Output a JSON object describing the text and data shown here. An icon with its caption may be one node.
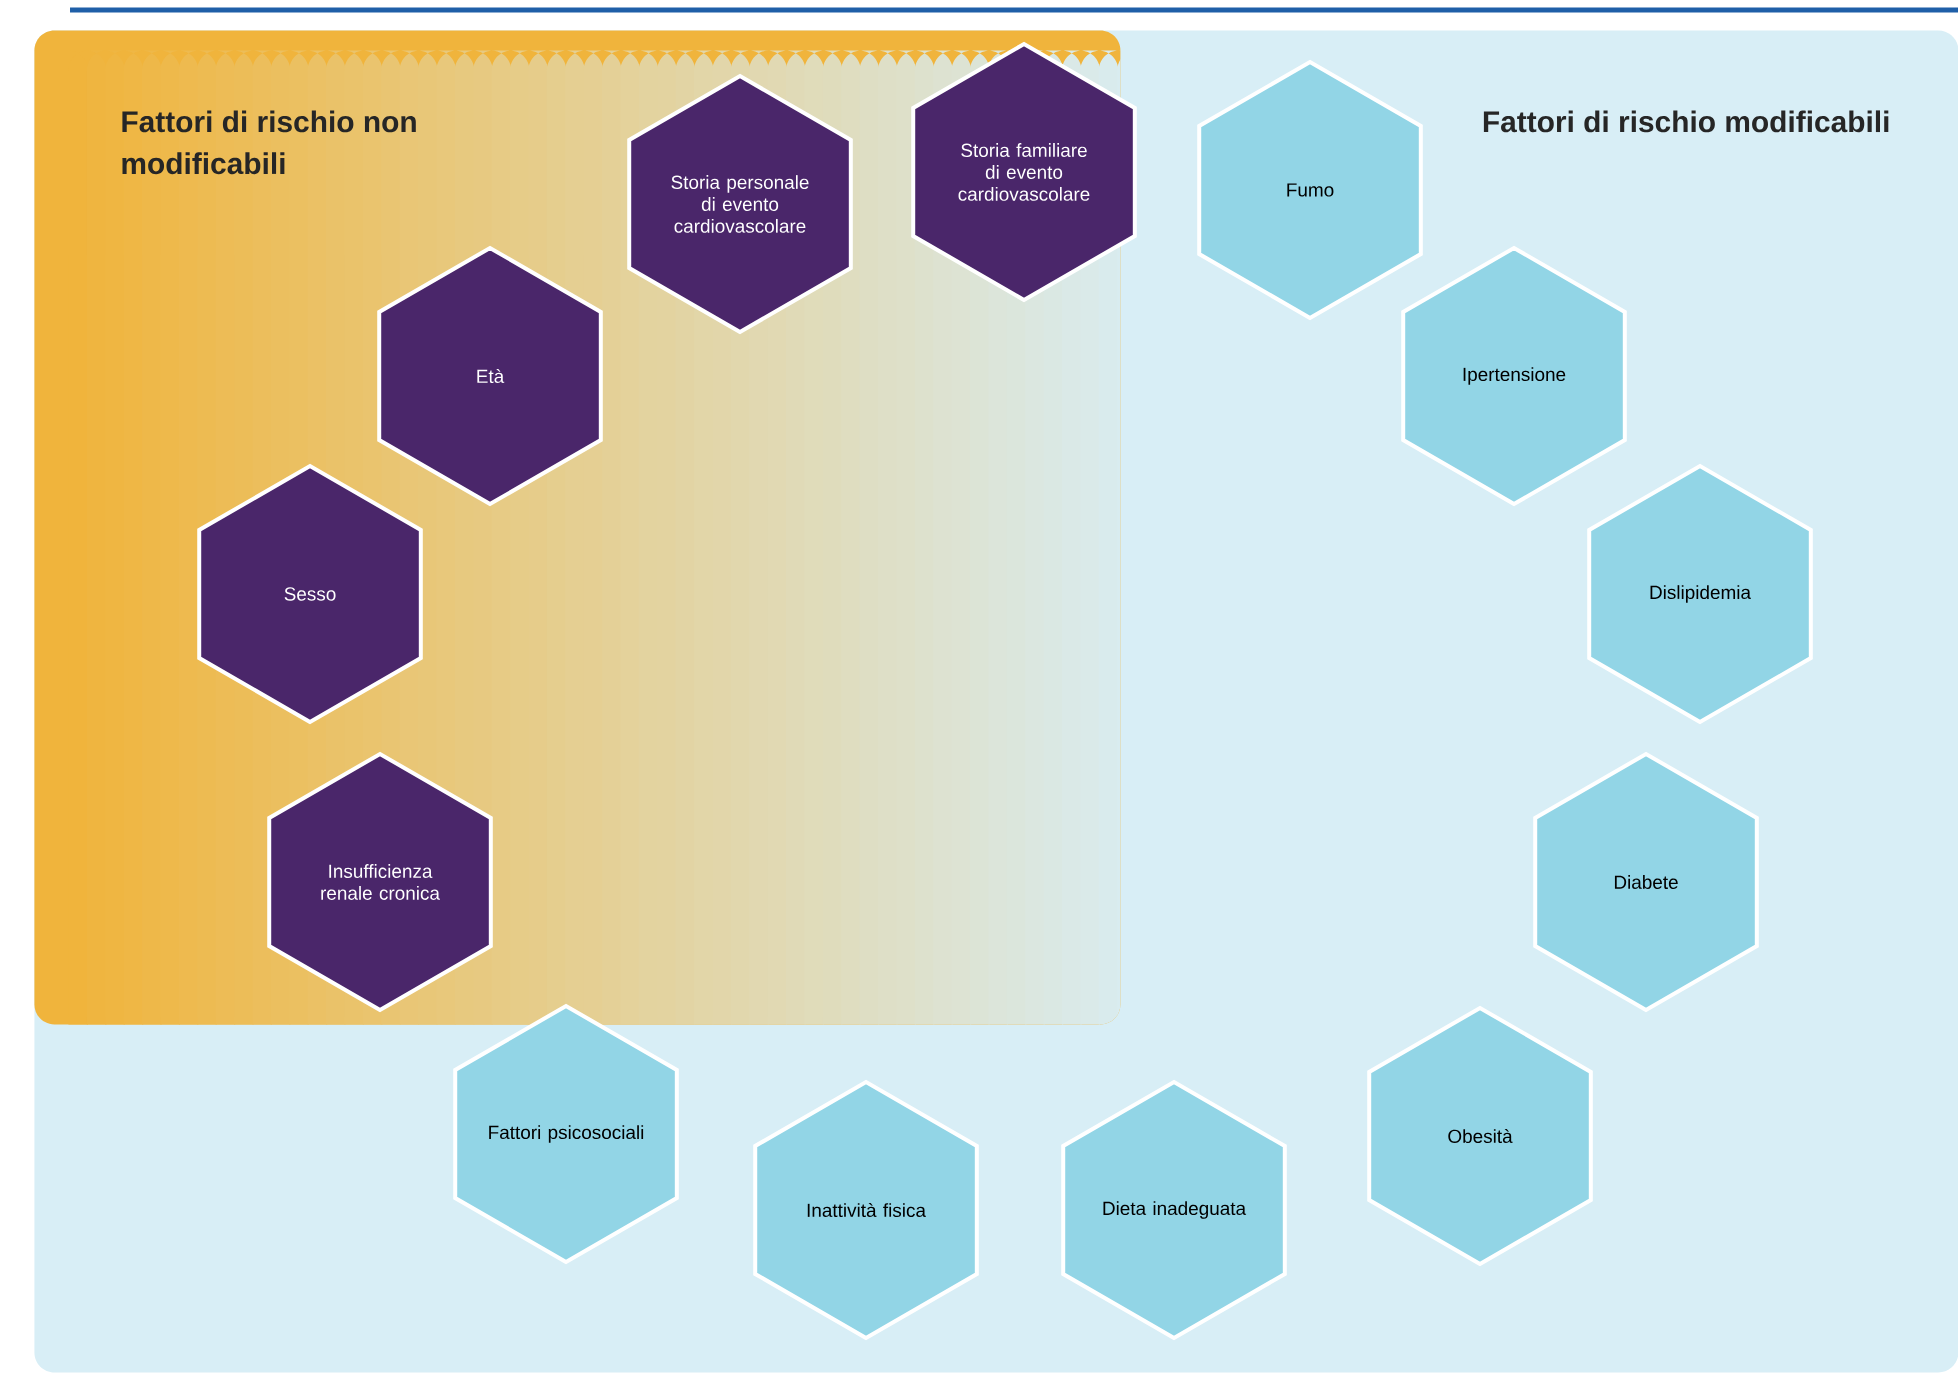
{
  "diagram": {
    "nodes": [
      {
        "text": [
          "Fattori di rischio modificabili"
        ]
      },
      {
        "text": [
          "Fattori di rischio non modificabili"
        ],
        "in": 0
      },
      {
        "text": [
          "Età"
        ],
        "in": 1
      },
      {
        "text": [
          "Sesso"
        ],
        "in": 1
      },
      {
        "text": [
          "Insufficienza renale cronica"
        ],
        "in": 1
      },
      {
        "text": [
          "Storia personale di evento cardiovascolare"
        ],
        "in": 1
      },
      {
        "text": [
          "Storia familiare di evento cardiovascolare"
        ],
        "in": 1
      },
      {
        "text": [
          "Fumo"
        ],
        "in": 0
      },
      {
        "text": [
          "Ipertensione"
        ],
        "in": 0
      },
      {
        "text": [
          "Dislipidemia"
        ],
        "in": 0
      },
      {
        "text": [
          "Diabete"
        ],
        "in": 0
      },
      {
        "text": [
          "Obesità"
        ],
        "in": 0
      },
      {
        "text": [
          "Dieta inadeguata"
        ],
        "in": 0
      },
      {
        "text": [
          "Inattività fisica"
        ],
        "in": 0
      },
      {
        "text": [
          "Fattori psicosociali"
        ],
        "in": 0
      }
    ]
  }
}
